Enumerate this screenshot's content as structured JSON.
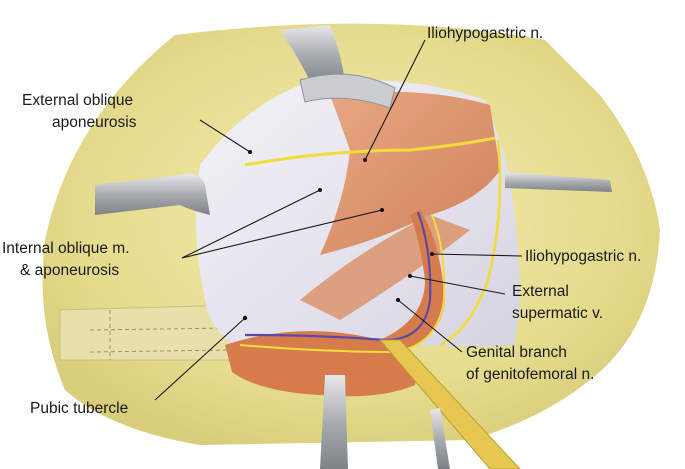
{
  "labels": {
    "external_oblique": [
      "External oblique",
      "aponeurosis"
    ],
    "iliohypogastric_top": "Iliohypogastric n.",
    "internal_oblique": [
      "Internal oblique m.",
      "& aponeurosis"
    ],
    "iliohypogastric_right": "Iliohypogastric n.",
    "external_spermatic": [
      "External",
      "supermatic v."
    ],
    "genital_branch": [
      "Genital branch",
      "of genitofemoral n."
    ],
    "pubic_tubercle": "Pubic tubercle"
  },
  "colors": {
    "skin": "#e9e29a",
    "aponeurosis": "#e8e6ef",
    "muscle": "#dc8a5a",
    "nerve": "#f2dc3a",
    "vein": "#5a4aa8",
    "retractor": "#b8bcc0"
  }
}
